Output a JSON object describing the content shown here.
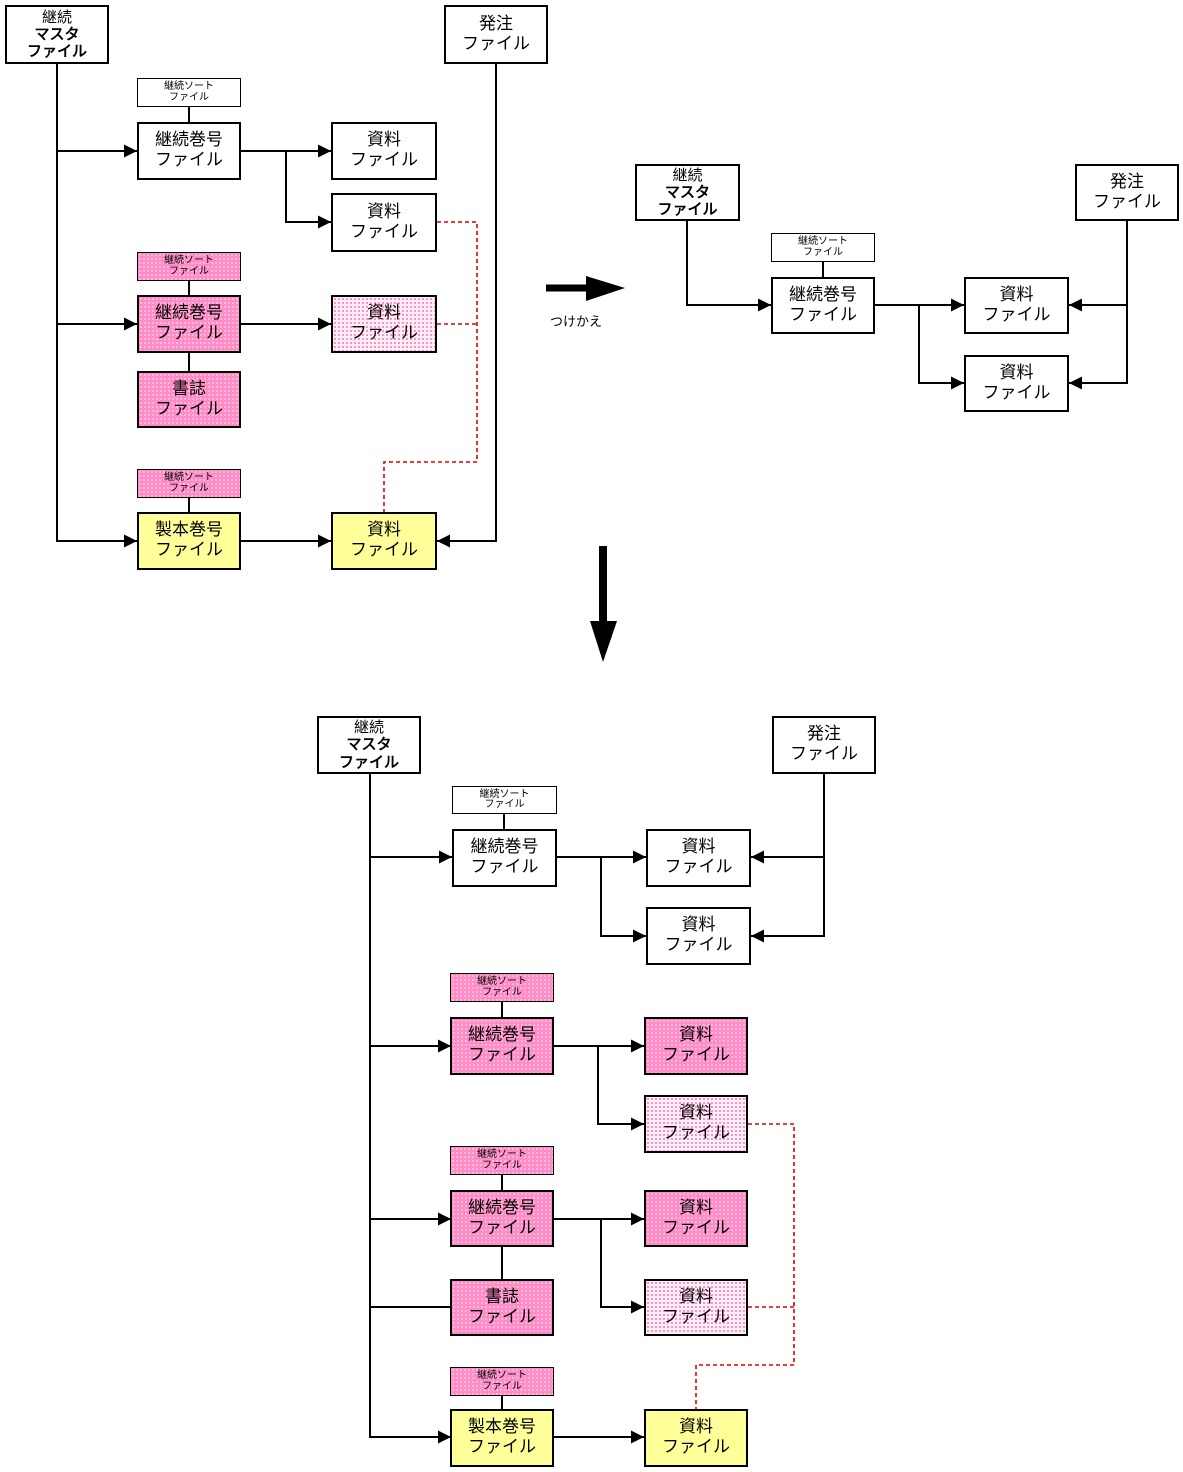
{
  "labels": {
    "master1": "継続",
    "master2": "マスタ",
    "master3": "ファイル",
    "order1": "発注",
    "order2": "ファイル",
    "sort1": "継続ソート",
    "sort2": "ファイル",
    "serial1": "継続巻号",
    "serial2": "ファイル",
    "material1": "資料",
    "material2": "ファイル",
    "biblio1": "書誌",
    "biblio2": "ファイル",
    "binding1": "製本巻号",
    "binding2": "ファイル"
  },
  "annotation": "つけかえ",
  "colors": {
    "line": "#000000",
    "dashed": "#e00000",
    "pink": "#ff8cc6",
    "yellow": "#ffff99"
  }
}
